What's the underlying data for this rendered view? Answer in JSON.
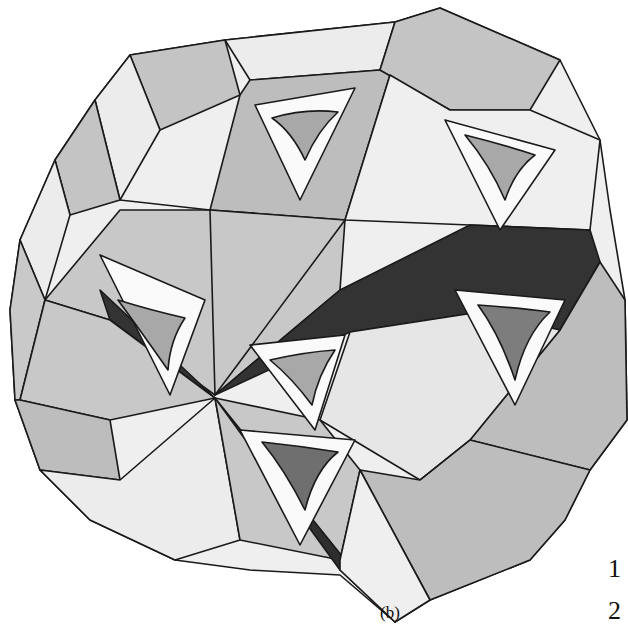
{
  "diagram": {
    "labels": [
      "(b)",
      "1",
      "2"
    ]
  }
}
